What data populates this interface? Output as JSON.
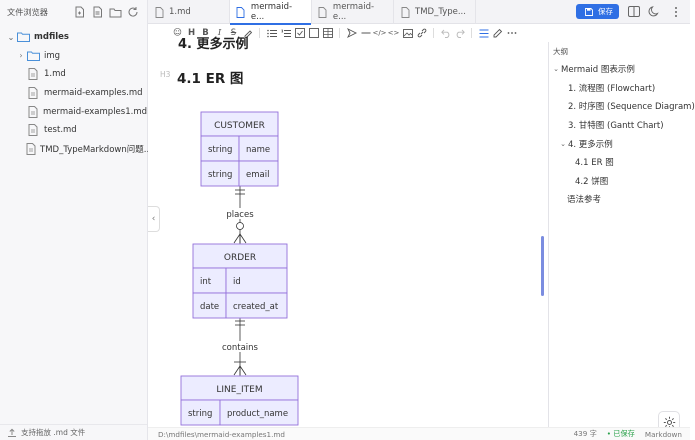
{
  "sidebar": {
    "title": "文件浏览器",
    "tree": {
      "root": "mdfiles",
      "items": [
        {
          "label": "img",
          "type": "folder"
        },
        {
          "label": "1.md",
          "type": "file"
        },
        {
          "label": "mermaid-examples.md",
          "type": "file"
        },
        {
          "label": "mermaid-examples1.md",
          "type": "file"
        },
        {
          "label": "test.md",
          "type": "file"
        },
        {
          "label": "TMD_TypeMarkdown问题...",
          "type": "file"
        }
      ]
    },
    "footer": "支持拖放 .md 文件"
  },
  "tabs": [
    {
      "label": "1.md",
      "active": false
    },
    {
      "label": "mermaid-e...",
      "active": true
    },
    {
      "label": "mermaid-e...",
      "active": false
    },
    {
      "label": "TMD_Type...",
      "active": false
    }
  ],
  "header": {
    "save_label": "保存"
  },
  "toolbar": {
    "heading_label": "H",
    "bold_label": "B",
    "italic_label": "I",
    "strike_label": "S"
  },
  "editor": {
    "cut_heading": "4. 更多示例",
    "h3_marker": "H3",
    "heading": "4.1 ER 图"
  },
  "er_diagram": {
    "entities": [
      {
        "name": "CUSTOMER",
        "rows": [
          [
            "string",
            "name"
          ],
          [
            "string",
            "email"
          ]
        ]
      },
      {
        "name": "ORDER",
        "rows": [
          [
            "int",
            "id"
          ],
          [
            "date",
            "created_at"
          ]
        ]
      },
      {
        "name": "LINE_ITEM",
        "rows": [
          [
            "string",
            "product_name"
          ]
        ]
      }
    ],
    "relations": [
      {
        "label": "places"
      },
      {
        "label": "contains"
      }
    ],
    "colors": {
      "fill": "#ececff",
      "stroke": "#9370db",
      "line": "#333333"
    }
  },
  "outline": {
    "title": "大纲",
    "items": [
      {
        "label": "Mermaid 图表示例",
        "level": 1,
        "expanded": true
      },
      {
        "label": "1. 流程图 (Flowchart)",
        "level": 2
      },
      {
        "label": "2. 时序图 (Sequence Diagram)",
        "level": 2
      },
      {
        "label": "3. 甘特图 (Gantt Chart)",
        "level": 2
      },
      {
        "label": "4. 更多示例",
        "level": 2,
        "expanded": true
      },
      {
        "label": "4.1 ER 图",
        "level": 3
      },
      {
        "label": "4.2 饼图",
        "level": 3
      },
      {
        "label": "语法参考",
        "level": 2
      }
    ]
  },
  "status": {
    "path": "D:\\mdfiles\\mermaid-examples1.md",
    "words": "439 字",
    "saved": "• 已保存",
    "mode": "Markdown"
  },
  "theme": {
    "accent": "#2f6fe4"
  }
}
